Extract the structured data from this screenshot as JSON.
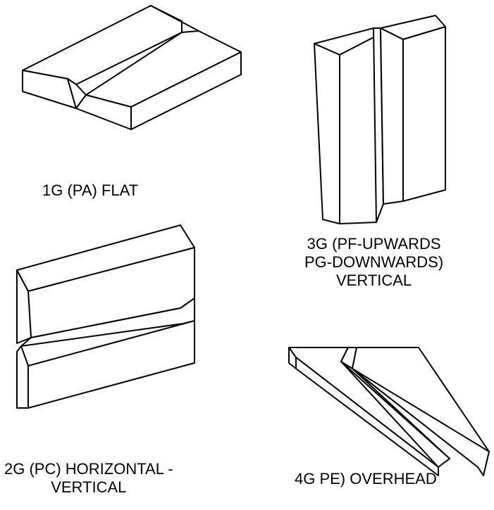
{
  "line_color": "#000000",
  "background_color": "#ffffff",
  "positions": {
    "flat": {
      "lines": [
        "1G (PA)  FLAT"
      ]
    },
    "vertical": {
      "lines": [
        "3G (PF-UPWARDS",
        "PG-DOWNWARDS)",
        "VERTICAL"
      ]
    },
    "horizontal": {
      "lines": [
        "2G (PC)  HORIZONTAL -",
        "VERTICAL"
      ]
    },
    "overhead": {
      "lines": [
        "4G PE)  OVERHEAD"
      ]
    }
  }
}
